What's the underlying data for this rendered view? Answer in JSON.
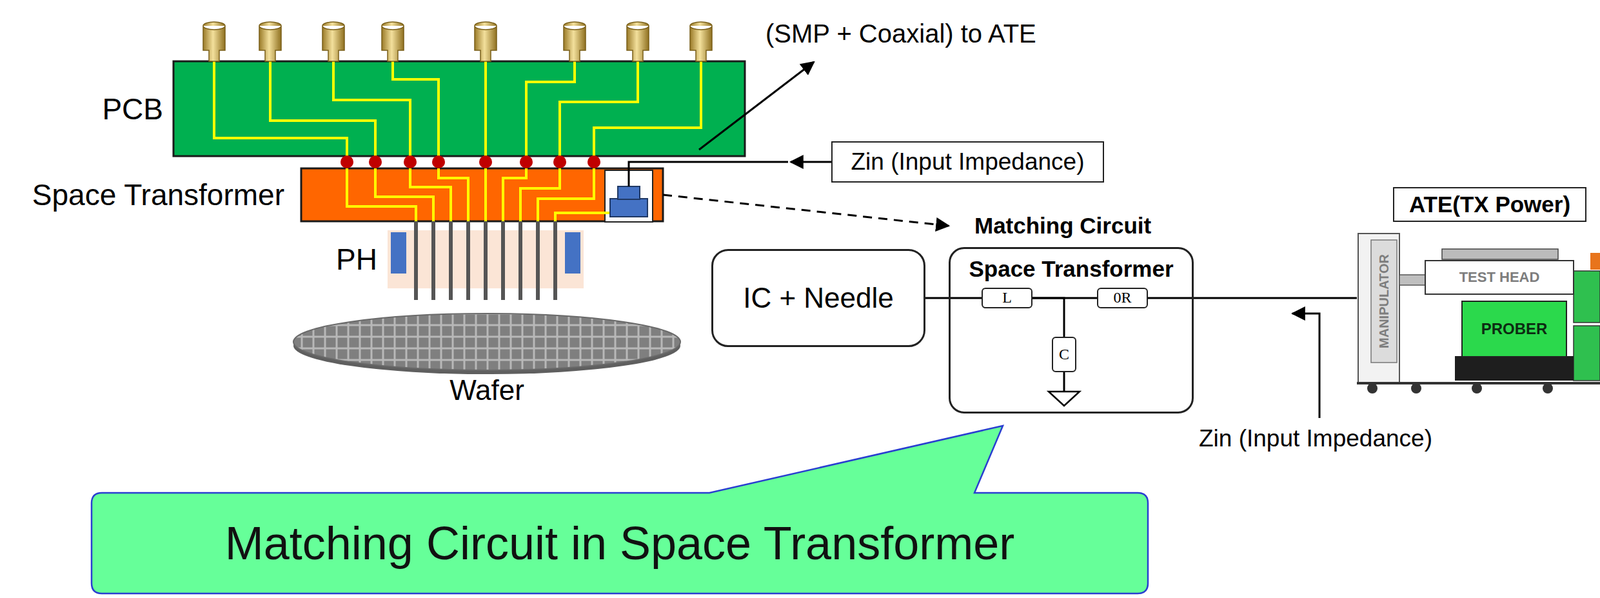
{
  "diagram": {
    "nodes": [
      {
        "text": [
          "PCB"
        ]
      },
      {
        "text": [
          "Space Transformer"
        ]
      },
      {
        "text": [
          "PH"
        ]
      },
      {
        "text": [
          "Wafer"
        ]
      },
      {
        "text": [
          "Zin (Input Impedance)"
        ]
      },
      {
        "text": [
          "ATE(TX Power)"
        ]
      },
      {
        "text": [
          "IC + Needle"
        ]
      },
      {
        "text": [
          "Matching Circuit",
          "Space Transformer"
        ]
      },
      {
        "text": [
          "L"
        ],
        "in": 7
      },
      {
        "text": [
          "0R"
        ],
        "in": 7
      },
      {
        "text": [
          "C"
        ],
        "in": 7
      },
      {
        "text": [
          "PROBER"
        ]
      },
      {
        "text": [
          "Matching Circuit in Space Transformer"
        ]
      }
    ],
    "edges": [
      {
        "from": 1,
        "to": 7,
        "arrow": "to"
      },
      {
        "from": 6,
        "to": 8,
        "arrow": "none"
      },
      {
        "from": 8,
        "to": 9,
        "arrow": "none"
      },
      {
        "from": 8,
        "to": 10,
        "arrow": "none"
      }
    ],
    "labels": [
      "(SMP + Coaxial) to ATE",
      "Zin (Input Impedance)",
      "MANIPULATOR",
      "TEST HEAD"
    ]
  }
}
